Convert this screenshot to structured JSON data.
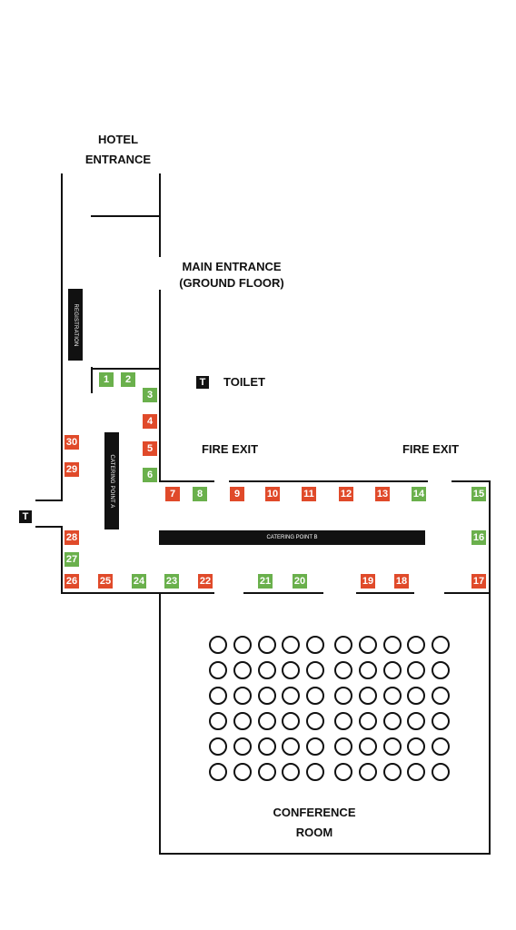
{
  "colors": {
    "red": "#e04a2a",
    "green": "#6ab04c",
    "wall": "#111111"
  },
  "labels": {
    "hotel_entrance": [
      "HOTEL",
      "ENTRANCE"
    ],
    "main_entrance": [
      "MAIN ENTRANCE",
      "(GROUND FLOOR)"
    ],
    "toilet": "TOILET",
    "toilet_marker": "T",
    "fire_exit_1": "FIRE EXIT",
    "fire_exit_2": "FIRE EXIT",
    "conference_room": [
      "CONFERENCE",
      "ROOM"
    ],
    "registration": "REGISTRATION",
    "catering_a": "CATERING POINT A",
    "catering_b": "CATERING POINT B"
  },
  "booths": [
    {
      "n": "1",
      "status": "green"
    },
    {
      "n": "2",
      "status": "green"
    },
    {
      "n": "3",
      "status": "green"
    },
    {
      "n": "4",
      "status": "red"
    },
    {
      "n": "5",
      "status": "red"
    },
    {
      "n": "6",
      "status": "green"
    },
    {
      "n": "7",
      "status": "red"
    },
    {
      "n": "8",
      "status": "green"
    },
    {
      "n": "9",
      "status": "red"
    },
    {
      "n": "10",
      "status": "red"
    },
    {
      "n": "11",
      "status": "red"
    },
    {
      "n": "12",
      "status": "red"
    },
    {
      "n": "13",
      "status": "red"
    },
    {
      "n": "14",
      "status": "green"
    },
    {
      "n": "15",
      "status": "green"
    },
    {
      "n": "16",
      "status": "green"
    },
    {
      "n": "17",
      "status": "red"
    },
    {
      "n": "18",
      "status": "red"
    },
    {
      "n": "19",
      "status": "red"
    },
    {
      "n": "20",
      "status": "green"
    },
    {
      "n": "21",
      "status": "green"
    },
    {
      "n": "22",
      "status": "red"
    },
    {
      "n": "23",
      "status": "green"
    },
    {
      "n": "24",
      "status": "green"
    },
    {
      "n": "25",
      "status": "red"
    },
    {
      "n": "26",
      "status": "red"
    },
    {
      "n": "27",
      "status": "green"
    },
    {
      "n": "28",
      "status": "red"
    },
    {
      "n": "29",
      "status": "red"
    },
    {
      "n": "30",
      "status": "red"
    }
  ],
  "seating": {
    "rows": 6,
    "columns": 10
  }
}
